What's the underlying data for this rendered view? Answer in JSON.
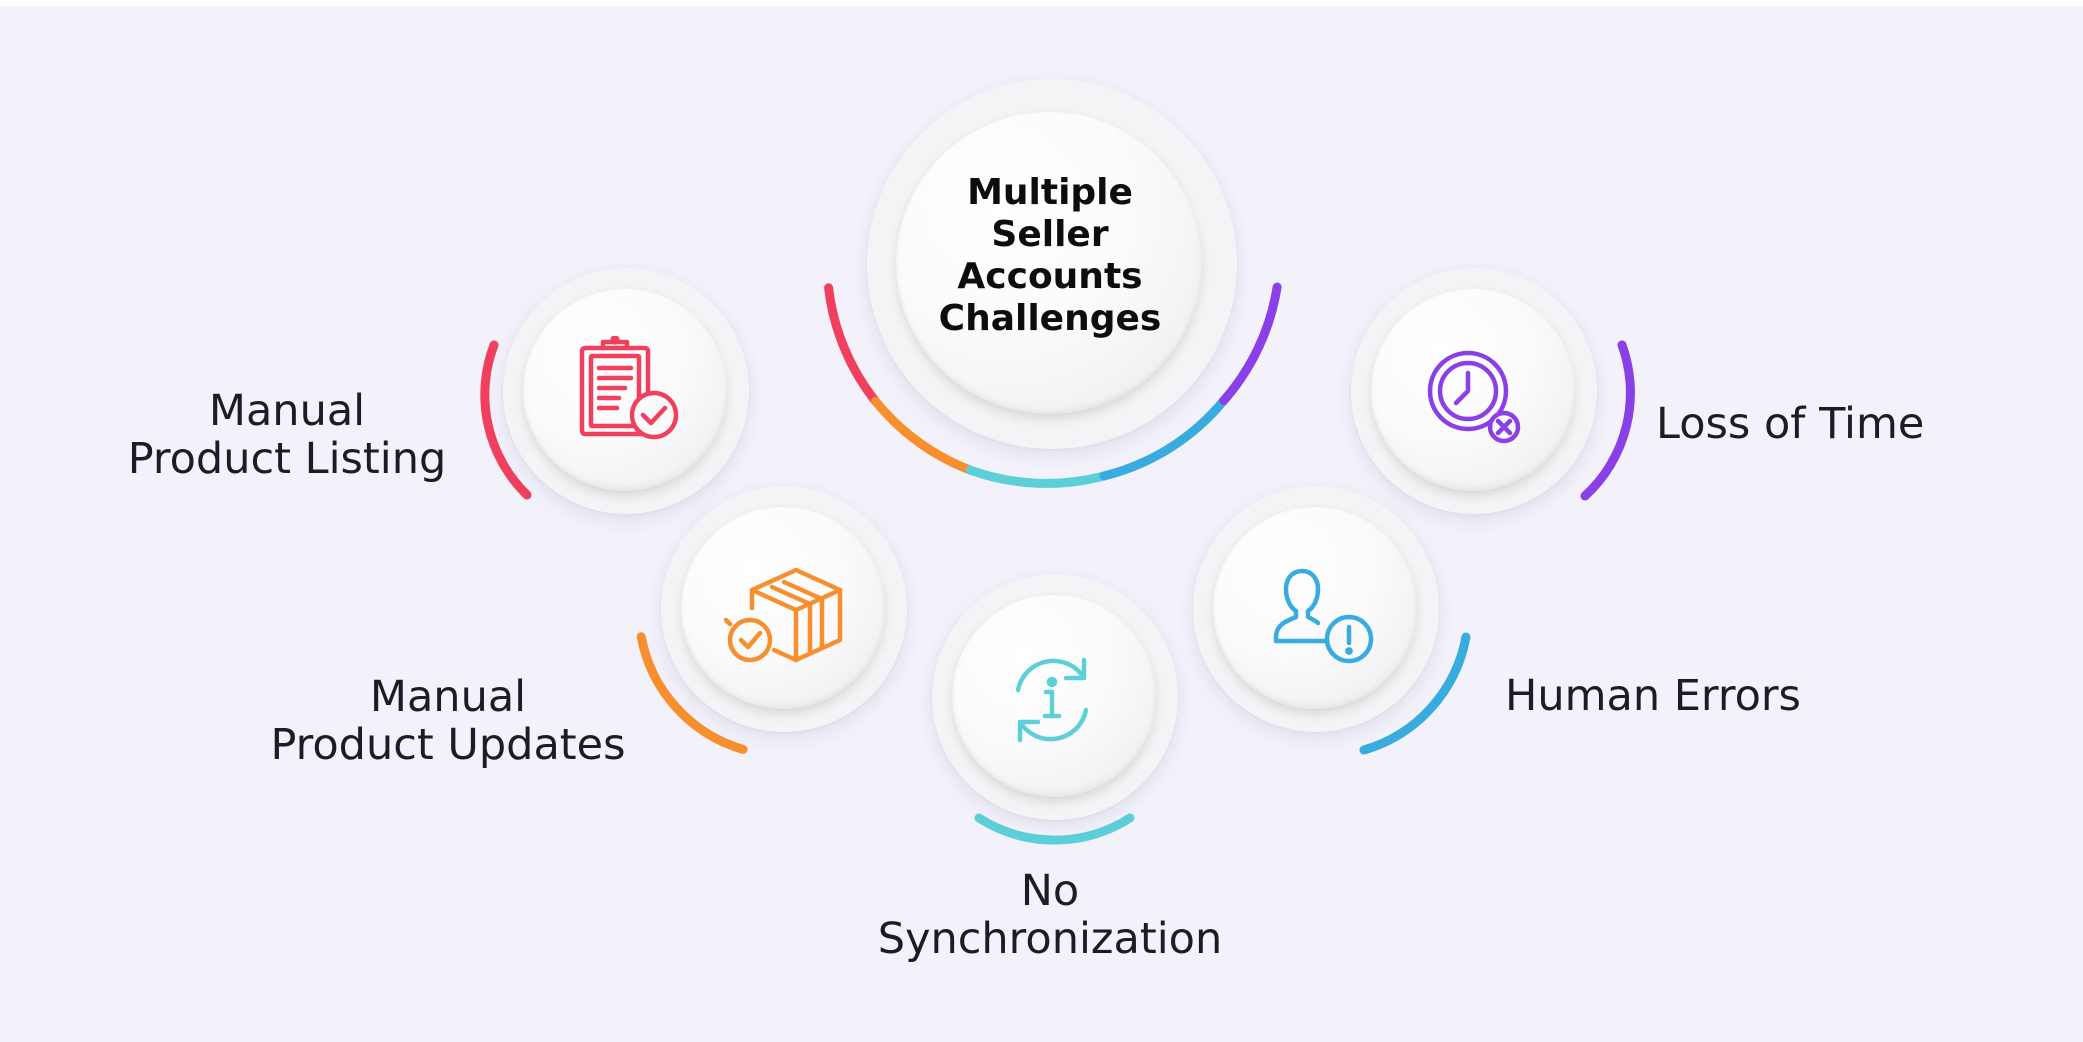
{
  "center": {
    "lines": [
      "Multiple",
      "Seller",
      "Accounts",
      "Challenges"
    ]
  },
  "items": [
    {
      "lines": [
        "Manual",
        "Product Listing"
      ],
      "color": "#f0405e",
      "icon": "clipboard-check-icon"
    },
    {
      "lines": [
        "Manual",
        "Product Updates"
      ],
      "color": "#f78f2e",
      "icon": "box-check-icon"
    },
    {
      "lines": [
        "No",
        "Synchronization"
      ],
      "color": "#5ccfd9",
      "icon": "sync-info-icon"
    },
    {
      "lines": [
        "Human Errors"
      ],
      "color": "#38acdf",
      "icon": "user-alert-icon"
    },
    {
      "lines": [
        "Loss of Time"
      ],
      "color": "#8b3fe6",
      "icon": "clock-cancel-icon"
    }
  ]
}
